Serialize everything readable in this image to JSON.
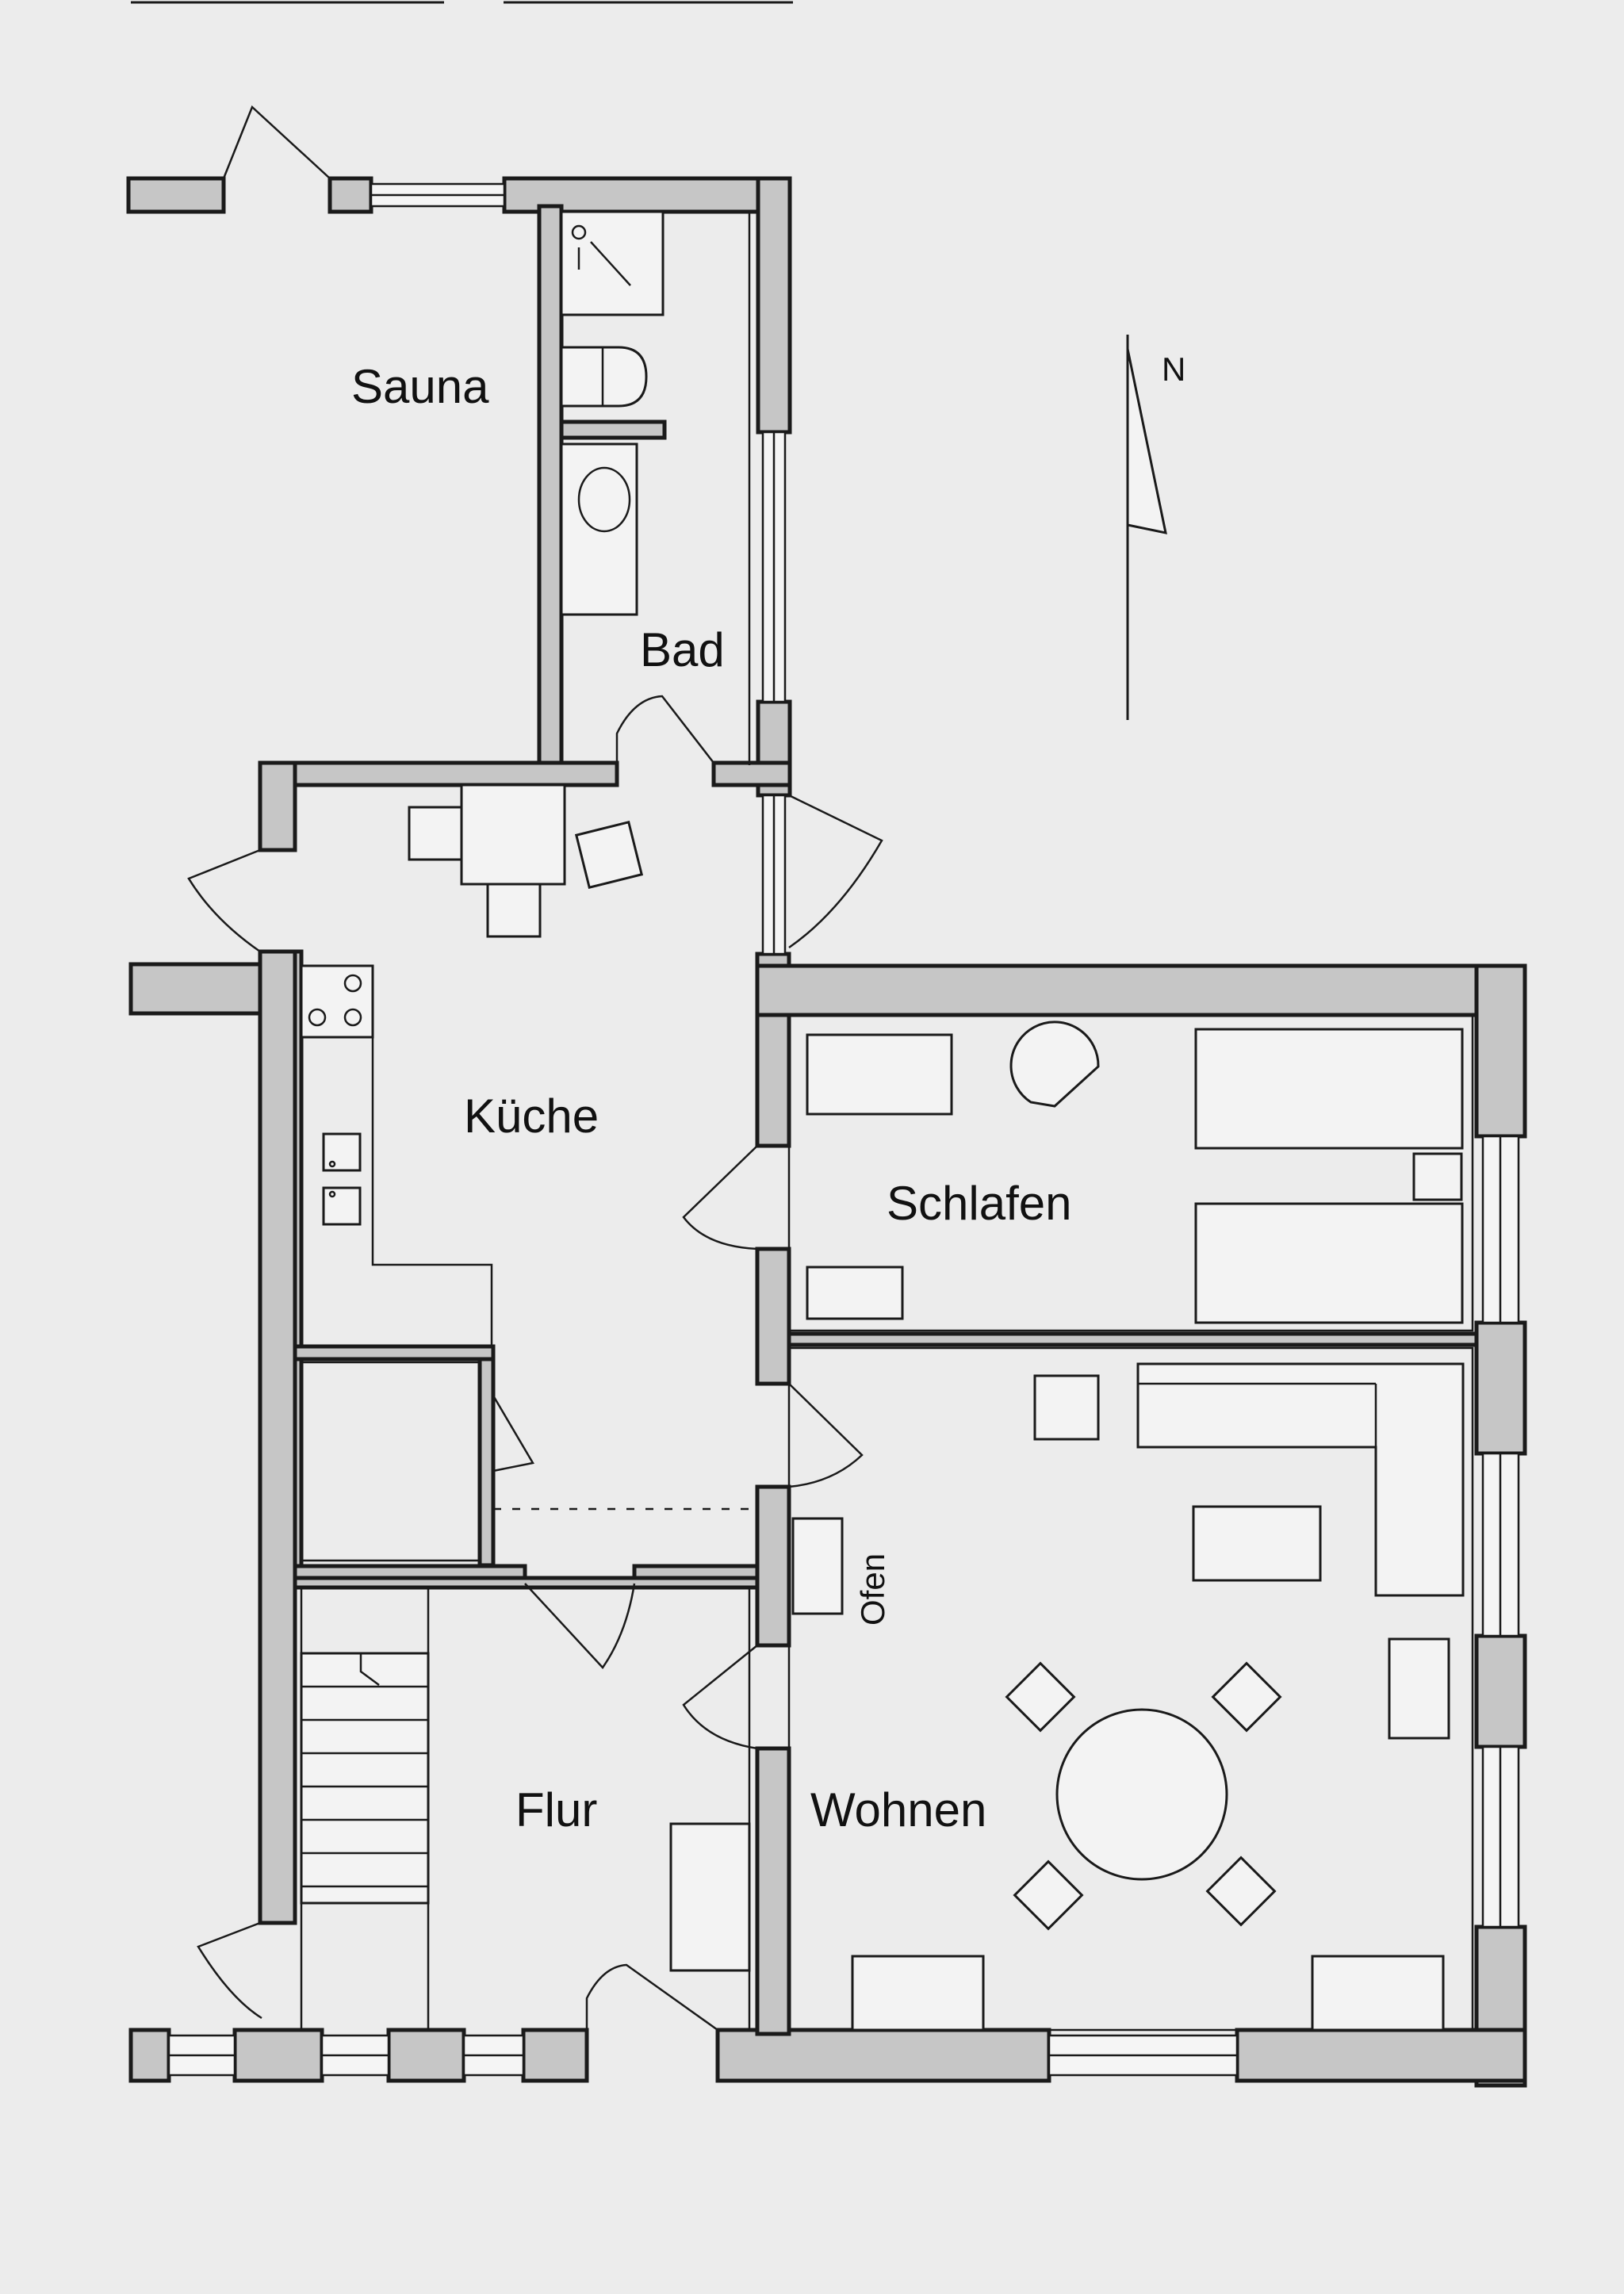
{
  "rooms": {
    "sauna": "Sauna",
    "bad": "Bad",
    "kueche": "Küche",
    "schlafen": "Schlafen",
    "flur": "Flur",
    "wohnen": "Wohnen"
  },
  "labels": {
    "ofen": "Ofen",
    "north": "N"
  },
  "colors": {
    "wall_fill": "#c6c6c6",
    "line": "#1a1a1a",
    "background": "#ececec"
  }
}
